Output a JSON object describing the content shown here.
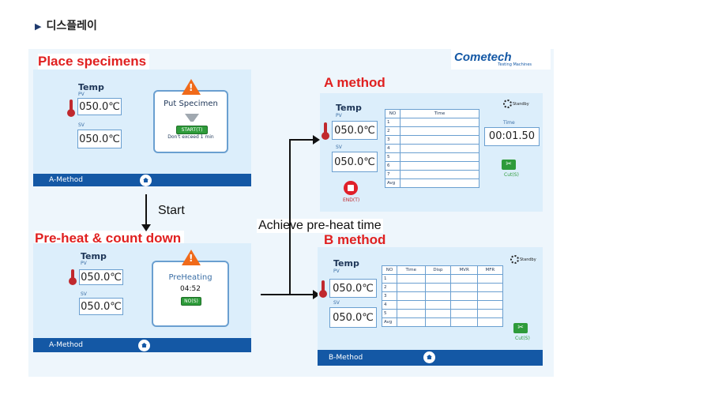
{
  "heading": "디스플레이",
  "labels": {
    "place": "Place specimens",
    "preheat": "Pre-heat & count down",
    "a_method": "A method",
    "b_method": "B method",
    "start": "Start",
    "achieve": "Achieve pre-heat time"
  },
  "logo": {
    "name": "Cometech",
    "sub": "Testing Machines"
  },
  "common": {
    "temp": "Temp",
    "pv": "PV",
    "sv": "SV",
    "temp_value": "050.0℃"
  },
  "place_screen": {
    "card_title": "Put Specimen",
    "start_btn": "START(T)",
    "note": "Don't exceed 1 min",
    "bar_label": "A-Method"
  },
  "preheat_screen": {
    "card_title": "PreHeating",
    "countdown": "04:52",
    "no_btn": "NO(S)",
    "bar_label": "A-Method"
  },
  "a_screen": {
    "status": "Standby",
    "headers": [
      "NO",
      "Time"
    ],
    "rows": [
      "1",
      "2",
      "3",
      "4",
      "5",
      "6",
      "7",
      "Avg"
    ],
    "time_label": "Time",
    "time_value": "00:01.50",
    "cut_label": "Cut(S)",
    "end_label": "END(T)"
  },
  "b_screen": {
    "status": "Standby",
    "headers": [
      "NO",
      "Time",
      "Disp",
      "MVR",
      "MFR"
    ],
    "rows": [
      "1",
      "2",
      "3",
      "4",
      "5",
      "Avg"
    ],
    "cut_label": "Cut(S)",
    "bar_label": "B-Method"
  },
  "colors": {
    "red_label": "#e02020",
    "bar_blue": "#1458a5",
    "screen_bg": "#dceefb",
    "accent_orange": "#f06a1a",
    "btn_green": "#2e9b3a"
  }
}
